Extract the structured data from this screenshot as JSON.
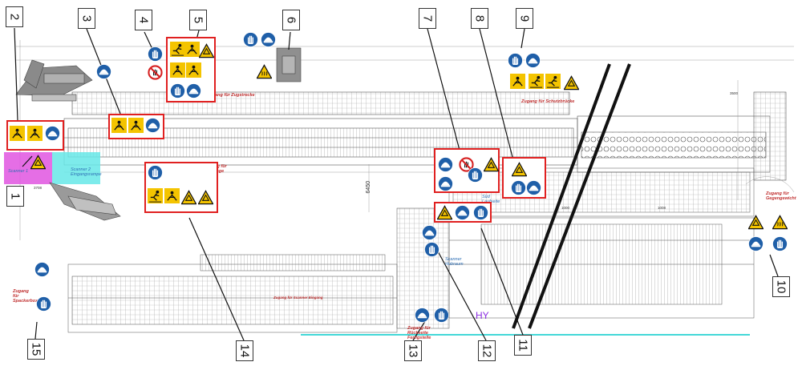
{
  "callouts": [
    {
      "n": "1"
    },
    {
      "n": "2"
    },
    {
      "n": "3"
    },
    {
      "n": "4"
    },
    {
      "n": "5"
    },
    {
      "n": "6"
    },
    {
      "n": "7"
    },
    {
      "n": "8"
    },
    {
      "n": "9"
    },
    {
      "n": "10"
    },
    {
      "n": "11"
    },
    {
      "n": "12"
    },
    {
      "n": "13"
    },
    {
      "n": "14"
    },
    {
      "n": "15"
    }
  ],
  "labels": {
    "zugang_vorgang": "Zugang für Vorgänge",
    "zugang_zugstrecke": "Zugang für Zugstrecke",
    "zugang_schutzbrücke": "Zugang für Schutzbrücke",
    "zugang_gegengewicht": "Zugang für Gegengewicht",
    "zugang_spuckerbox": "Zugang für Spackerbox",
    "zugang_rückseite": "Zugang für Rückseite Fertigstelle",
    "scanner_1": "Scanner 1",
    "scanner_2": "Scanner 2 Eingangsrampe",
    "scanner_hubraum": "Scanner Hubraum",
    "sudlaufseite": "Süd Laufseite",
    "zugang_scanner": "Zugang für Scanner Eingang",
    "dim_6450": "6450",
    "dim_3708": "3708",
    "dim_3500": "3500",
    "hy": "HY",
    "dim_1000": "1000",
    "dim_1008": "1008"
  },
  "colors": {
    "callout_border": "#333333",
    "group_border": "#e02020",
    "warning_yellow": "#f4c400",
    "mandatory_blue": "#1f5fa8",
    "prohibition_red": "#d62020",
    "scanner_magenta": "#e055e0",
    "scanner_cyan": "#66e8e8",
    "floor_line_cyan": "#44d8d8",
    "hy_purple": "#8a2be2"
  },
  "icons": [
    "warning-sign-icon",
    "mandatory-gloves-icon",
    "mandatory-helmet-icon",
    "prohibition-hand-icon",
    "hot-surface-icon",
    "crush-hazard-icon",
    "slip-hazard-icon"
  ]
}
